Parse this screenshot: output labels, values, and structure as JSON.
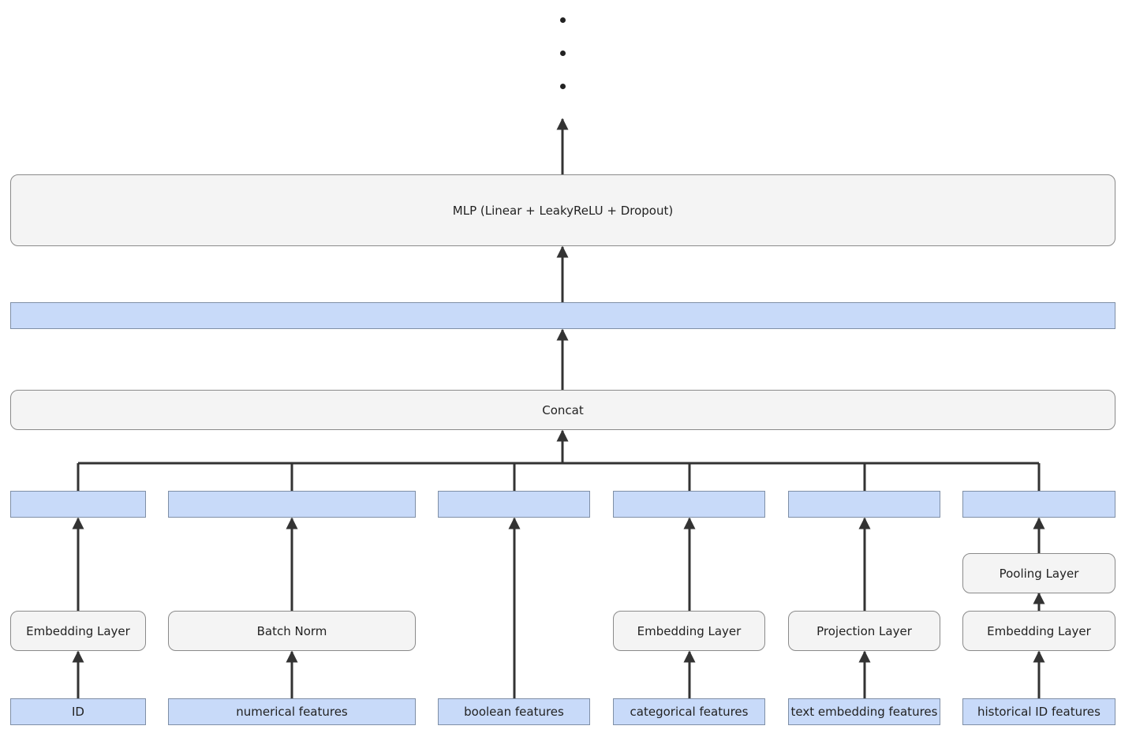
{
  "colors": {
    "layer_fill": "#f4f4f4",
    "tensor_fill": "#c8daf9",
    "edge": "#333333"
  },
  "top": {
    "continuation": "…",
    "mlp": "MLP (Linear + LeakyReLU + Dropout)",
    "concat": "Concat"
  },
  "inputs": [
    {
      "label": "ID",
      "layers": [
        "Embedding Layer"
      ]
    },
    {
      "label": "numerical features",
      "layers": [
        "Batch Norm"
      ]
    },
    {
      "label": "boolean features",
      "layers": []
    },
    {
      "label": "categorical features",
      "layers": [
        "Embedding Layer"
      ]
    },
    {
      "label": "text embedding features",
      "layers": [
        "Projection Layer"
      ]
    },
    {
      "label": "historical ID features",
      "layers": [
        "Embedding Layer",
        "Pooling Layer"
      ]
    }
  ]
}
